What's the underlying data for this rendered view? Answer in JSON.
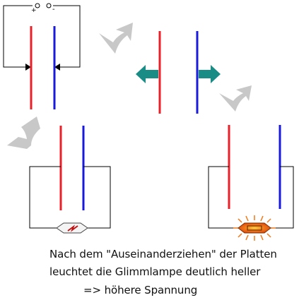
{
  "terminals": {
    "plus": "+",
    "minus": "-"
  },
  "caption": {
    "line1": "Nach dem \"Auseinanderziehen\" der Platten",
    "line2": "leuchtet die Glimmlampe deutlich heller",
    "line3": "=> höhere Spannung"
  },
  "colors": {
    "plate_positive": "#e8202a",
    "plate_negative": "#1a1adc",
    "wire": "#000000",
    "move_arrow": "#1a8c86",
    "step_arrow": "#c8c8c8",
    "glow": "#f07818"
  }
}
